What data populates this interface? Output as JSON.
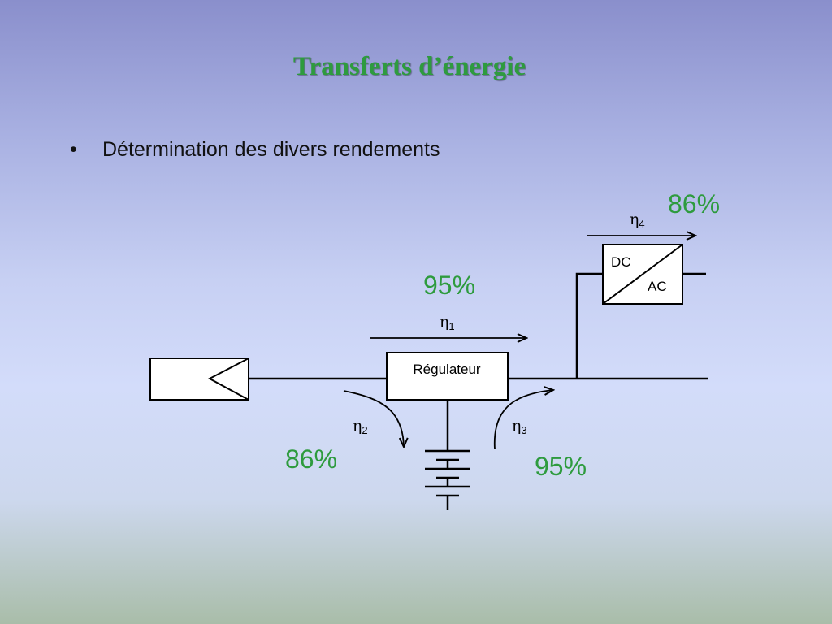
{
  "slide": {
    "title": "Transferts d’énergie",
    "bullet_marker": "•",
    "bullet_text": "Détermination des divers rendements"
  },
  "diagram": {
    "regulator_label": "Régulateur",
    "converter_top": "DC",
    "converter_bottom": "AC",
    "eta_symbol": "η",
    "eta1_sub": "1",
    "eta2_sub": "2",
    "eta3_sub": "3",
    "eta4_sub": "4",
    "eta1_value": "95%",
    "eta2_value": "86%",
    "eta3_value": "95%",
    "eta4_value": "86%"
  },
  "colors": {
    "title": "#2e9b3e",
    "percent": "#2e9b3e",
    "line": "#000000"
  }
}
